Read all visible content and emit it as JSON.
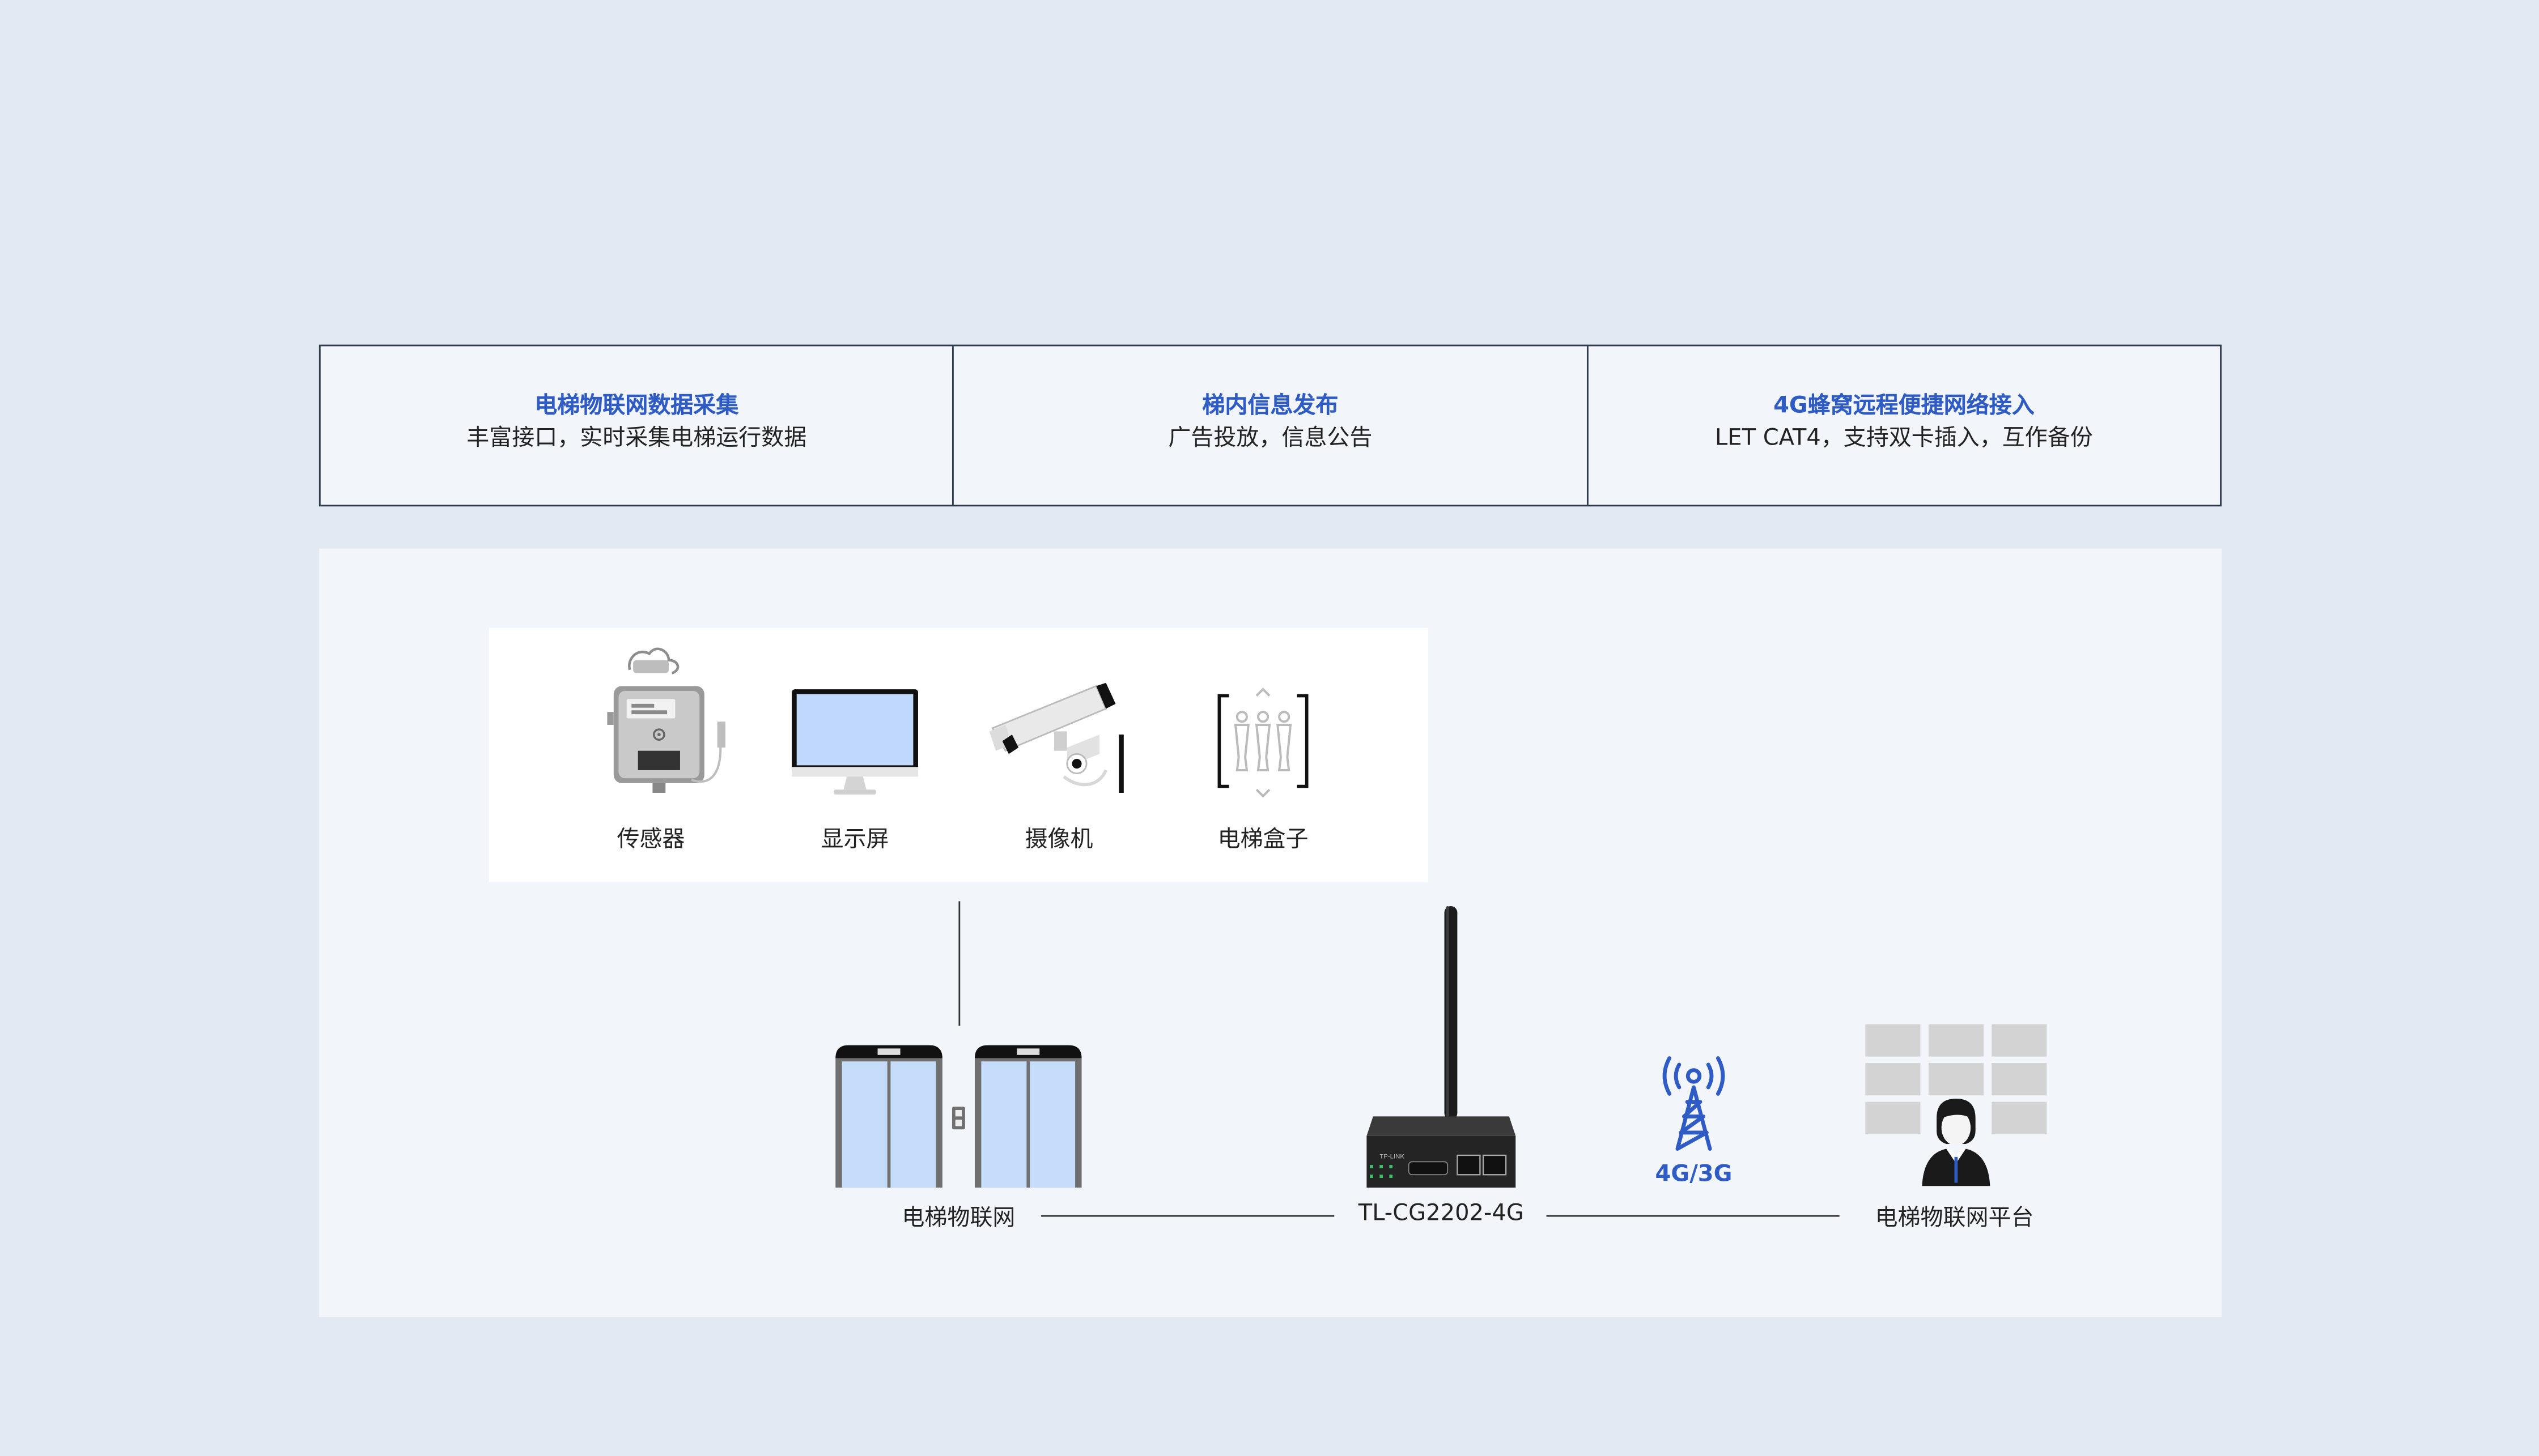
{
  "features": [
    {
      "title": "电梯物联网数据采集",
      "desc": "丰富接口，实时采集电梯运行数据"
    },
    {
      "title": "梯内信息发布",
      "desc": "广告投放，信息公告"
    },
    {
      "title": "4G蜂窝远程便捷网络接入",
      "desc": "LET CAT4，支持双卡插入，互作备份"
    }
  ],
  "devices": [
    {
      "label": "传感器",
      "icon": "sensor-icon"
    },
    {
      "label": "显示屏",
      "icon": "monitor-icon"
    },
    {
      "label": "摄像机",
      "icon": "camera-icon"
    },
    {
      "label": "电梯盒子",
      "icon": "elevator-box-icon"
    }
  ],
  "topology": {
    "elevator_label": "电梯物联网",
    "router_label": "TL-CG2202-4G",
    "network_label": "4G/3G",
    "platform_label": "电梯物联网平台"
  },
  "colors": {
    "accent": "#2e5bc4",
    "background": "#e2e9f3",
    "panel": "#f2f6fb"
  }
}
